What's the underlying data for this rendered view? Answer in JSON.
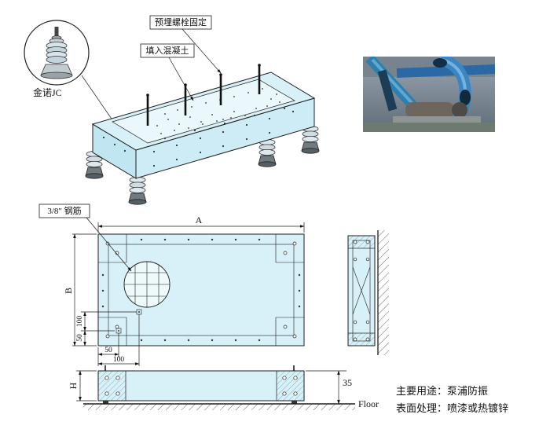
{
  "detail_view": {
    "label": "金诺JC"
  },
  "iso_view": {
    "callout_anchor_bolt": "预埋螺栓固定",
    "callout_concrete": "填入混凝土"
  },
  "plan_view": {
    "rebar_callout": "3/8\" 钢筋",
    "dim_width": "A",
    "dim_depth": "B",
    "dim_left_upper": "100",
    "dim_left_lower": "50",
    "dim_bottom_inner": "50",
    "dim_bottom_outer": "100"
  },
  "elevation_view": {
    "dim_height": "H",
    "dim_clearance": "35",
    "floor_label": "Floor"
  },
  "notes": {
    "usage": "主要用途：泵浦防振",
    "finish": "表面处理：喷漆或热镀锌"
  },
  "colors": {
    "steel_fill": "#d8f1f8",
    "steel_fill_dark": "#bfe6f1",
    "concrete_fill": "#eaf7fb",
    "line": "#1c1c1c",
    "pipe_blue": "#2f7fae"
  }
}
